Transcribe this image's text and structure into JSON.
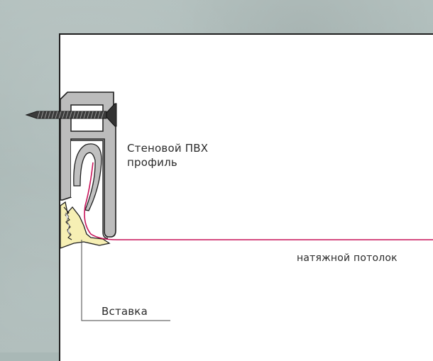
{
  "diagram": {
    "title": "",
    "labels": {
      "wall_profile_line1": "Стеновой ПВХ",
      "wall_profile_line2": "профиль",
      "stretch_ceiling": "натяжной потолок",
      "insert": "Вставка"
    },
    "components": [
      {
        "id": "wall",
        "name": "concrete wall",
        "color": "#a9b8b6"
      },
      {
        "id": "screw",
        "name": "screw",
        "color": "#3a3a3a"
      },
      {
        "id": "profile",
        "name": "wall PVC profile",
        "color": "#b9b9b9"
      },
      {
        "id": "insert",
        "name": "insert",
        "color": "#f5eeb0"
      },
      {
        "id": "membrane",
        "name": "stretch ceiling membrane",
        "color": "#c8145a"
      }
    ]
  }
}
